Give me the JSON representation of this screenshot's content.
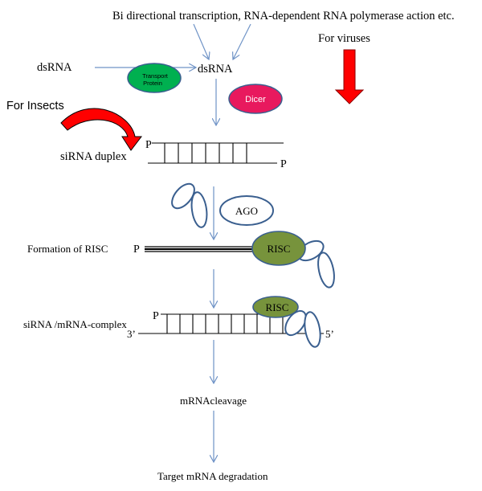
{
  "top_label": "Bi directional transcription, RNA-dependent RNA polymerase action etc.",
  "dsrna_left": "dsRNA",
  "dsrna_center": "dsRNA",
  "transport_protein": {
    "line1": "Transport",
    "line2": "Protein"
  },
  "dicer": "Dicer",
  "for_viruses": "For viruses",
  "for_insects": "For Insects",
  "sirna_duplex": "siRNA duplex",
  "p_marker": "P",
  "ago": "AGO",
  "formation_of_risc": "Formation of RISC",
  "risc": "RISC",
  "sirna_mrna_complex": "siRNA /mRNA-complex",
  "three_prime": "3’",
  "five_prime": "5’",
  "mrna_cleavage": "mRNAcleavage",
  "target_degradation": "Target mRNA degradation",
  "colors": {
    "arrow_blue": "#6f93c6",
    "transport_green": "#00b050",
    "dicer_pink": "#e8195e",
    "risc_olive": "#77933c",
    "red_arrow": "#ff0000",
    "ring_blue": "#3a5f8f"
  }
}
